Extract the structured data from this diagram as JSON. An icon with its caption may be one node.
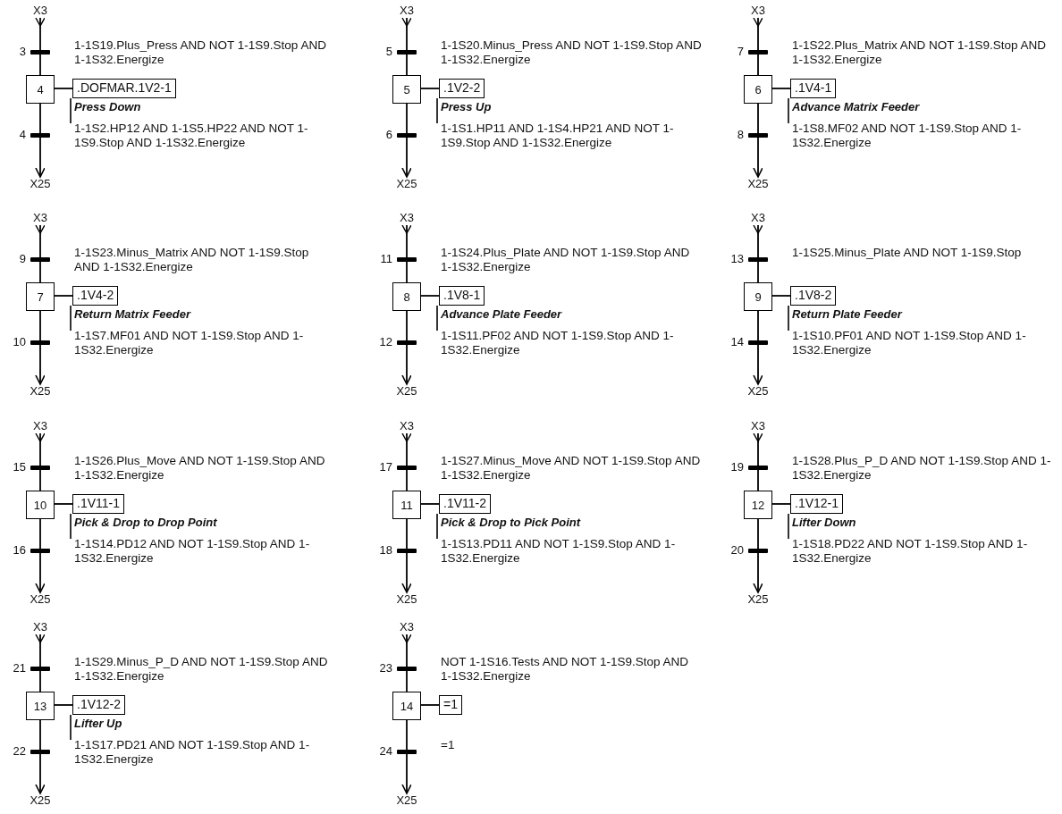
{
  "diagram": {
    "nodes": [
      {
        "text": [
          "X3"
        ]
      },
      {
        "text": [],
        "shape": "bar",
        "beside": [
          "3"
        ]
      },
      {
        "text": [
          "4"
        ]
      },
      {
        "text": [
          ".DOFMAR.1V2-1"
        ],
        "beside": [
          "Press Down"
        ]
      },
      {
        "text": [],
        "shape": "bar",
        "beside": [
          "4"
        ]
      },
      {
        "text": [
          "X25"
        ]
      },
      {
        "text": [
          "X3"
        ]
      },
      {
        "text": [],
        "shape": "bar",
        "beside": [
          "5"
        ]
      },
      {
        "text": [
          "5"
        ]
      },
      {
        "text": [
          ".1V2-2"
        ],
        "beside": [
          "Press Up"
        ]
      },
      {
        "text": [],
        "shape": "bar",
        "beside": [
          "6"
        ]
      },
      {
        "text": [
          "X25"
        ]
      },
      {
        "text": [
          "X3"
        ]
      },
      {
        "text": [],
        "shape": "bar",
        "beside": [
          "7"
        ]
      },
      {
        "text": [
          "6"
        ]
      },
      {
        "text": [
          ".1V4-1"
        ],
        "beside": [
          "Advance Matrix Feeder"
        ]
      },
      {
        "text": [],
        "shape": "bar",
        "beside": [
          "8"
        ]
      },
      {
        "text": [
          "X25"
        ]
      },
      {
        "text": [
          "X3"
        ]
      },
      {
        "text": [],
        "shape": "bar",
        "beside": [
          "9"
        ]
      },
      {
        "text": [
          "7"
        ]
      },
      {
        "text": [
          ".1V4-2"
        ],
        "beside": [
          "Return Matrix Feeder"
        ]
      },
      {
        "text": [],
        "shape": "bar",
        "beside": [
          "10"
        ]
      },
      {
        "text": [
          "X25"
        ]
      },
      {
        "text": [
          "X3"
        ]
      },
      {
        "text": [],
        "shape": "bar",
        "beside": [
          "11"
        ]
      },
      {
        "text": [
          "8"
        ]
      },
      {
        "text": [
          ".1V8-1"
        ],
        "beside": [
          "Advance Plate Feeder"
        ]
      },
      {
        "text": [],
        "shape": "bar",
        "beside": [
          "12"
        ]
      },
      {
        "text": [
          "X25"
        ]
      },
      {
        "text": [
          "X3"
        ]
      },
      {
        "text": [],
        "shape": "bar",
        "beside": [
          "13"
        ]
      },
      {
        "text": [
          "9"
        ]
      },
      {
        "text": [
          ".1V8-2"
        ],
        "beside": [
          "Return Plate Feeder"
        ]
      },
      {
        "text": [],
        "shape": "bar",
        "beside": [
          "14"
        ]
      },
      {
        "text": [
          "X25"
        ]
      },
      {
        "text": [
          "X3"
        ]
      },
      {
        "text": [],
        "shape": "bar",
        "beside": [
          "15"
        ]
      },
      {
        "text": [
          "10"
        ]
      },
      {
        "text": [
          ".1V11-1"
        ],
        "beside": [
          "Pick & Drop to Drop Point"
        ]
      },
      {
        "text": [],
        "shape": "bar",
        "beside": [
          "16"
        ]
      },
      {
        "text": [
          "X25"
        ]
      },
      {
        "text": [
          "X3"
        ]
      },
      {
        "text": [],
        "shape": "bar",
        "beside": [
          "17"
        ]
      },
      {
        "text": [
          "11"
        ]
      },
      {
        "text": [
          ".1V11-2"
        ],
        "beside": [
          "Pick & Drop to Pick Point"
        ]
      },
      {
        "text": [],
        "shape": "bar",
        "beside": [
          "18"
        ]
      },
      {
        "text": [
          "X25"
        ]
      },
      {
        "text": [
          "X3"
        ]
      },
      {
        "text": [],
        "shape": "bar",
        "beside": [
          "19"
        ]
      },
      {
        "text": [
          "12"
        ]
      },
      {
        "text": [
          ".1V12-1"
        ],
        "beside": [
          "Lifter Down"
        ]
      },
      {
        "text": [],
        "shape": "bar",
        "beside": [
          "20"
        ]
      },
      {
        "text": [
          "X25"
        ]
      },
      {
        "text": [
          "X3"
        ]
      },
      {
        "text": [],
        "shape": "bar",
        "beside": [
          "21"
        ]
      },
      {
        "text": [
          "13"
        ]
      },
      {
        "text": [
          ".1V12-2"
        ],
        "beside": [
          "Lifter Up"
        ]
      },
      {
        "text": [],
        "shape": "bar",
        "beside": [
          "22"
        ]
      },
      {
        "text": [
          "X25"
        ]
      },
      {
        "text": [
          "X3"
        ]
      },
      {
        "text": [],
        "shape": "bar",
        "beside": [
          "23"
        ]
      },
      {
        "text": [
          "14"
        ]
      },
      {
        "text": [
          "=1"
        ]
      },
      {
        "text": [],
        "shape": "bar",
        "beside": [
          "24"
        ]
      },
      {
        "text": [
          "X25"
        ]
      }
    ],
    "edges": [
      {
        "from": 0,
        "to": 1,
        "arrow": "other"
      },
      {
        "from": 1,
        "to": 2,
        "arrow": "none"
      },
      {
        "from": 2,
        "to": 3,
        "arrow": "none"
      },
      {
        "from": 2,
        "to": 4,
        "arrow": "none"
      },
      {
        "from": 4,
        "to": 5,
        "arrow": "to"
      },
      {
        "from": 6,
        "to": 7,
        "arrow": "other"
      },
      {
        "from": 7,
        "to": 8,
        "arrow": "none"
      },
      {
        "from": 8,
        "to": 9,
        "arrow": "none"
      },
      {
        "from": 8,
        "to": 10,
        "arrow": "none"
      },
      {
        "from": 10,
        "to": 11,
        "arrow": "to"
      },
      {
        "from": 12,
        "to": 13,
        "arrow": "other"
      },
      {
        "from": 13,
        "to": 14,
        "arrow": "none"
      },
      {
        "from": 14,
        "to": 15,
        "arrow": "none"
      },
      {
        "from": 14,
        "to": 16,
        "arrow": "none"
      },
      {
        "from": 16,
        "to": 17,
        "arrow": "to"
      },
      {
        "from": 18,
        "to": 19,
        "arrow": "other"
      },
      {
        "from": 19,
        "to": 20,
        "arrow": "none"
      },
      {
        "from": 20,
        "to": 21,
        "arrow": "none"
      },
      {
        "from": 20,
        "to": 22,
        "arrow": "none"
      },
      {
        "from": 22,
        "to": 23,
        "arrow": "to"
      },
      {
        "from": 24,
        "to": 25,
        "arrow": "other"
      },
      {
        "from": 25,
        "to": 26,
        "arrow": "none"
      },
      {
        "from": 26,
        "to": 27,
        "arrow": "none"
      },
      {
        "from": 26,
        "to": 28,
        "arrow": "none"
      },
      {
        "from": 28,
        "to": 29,
        "arrow": "to"
      },
      {
        "from": 30,
        "to": 31,
        "arrow": "other"
      },
      {
        "from": 31,
        "to": 32,
        "arrow": "none"
      },
      {
        "from": 32,
        "to": 33,
        "arrow": "none"
      },
      {
        "from": 32,
        "to": 34,
        "arrow": "none"
      },
      {
        "from": 34,
        "to": 35,
        "arrow": "to"
      },
      {
        "from": 36,
        "to": 37,
        "arrow": "other"
      },
      {
        "from": 37,
        "to": 38,
        "arrow": "none"
      },
      {
        "from": 38,
        "to": 39,
        "arrow": "none"
      },
      {
        "from": 38,
        "to": 40,
        "arrow": "none"
      },
      {
        "from": 40,
        "to": 41,
        "arrow": "to"
      },
      {
        "from": 42,
        "to": 43,
        "arrow": "other"
      },
      {
        "from": 43,
        "to": 44,
        "arrow": "none"
      },
      {
        "from": 44,
        "to": 45,
        "arrow": "none"
      },
      {
        "from": 44,
        "to": 46,
        "arrow": "none"
      },
      {
        "from": 46,
        "to": 47,
        "arrow": "to"
      },
      {
        "from": 48,
        "to": 49,
        "arrow": "other"
      },
      {
        "from": 49,
        "to": 50,
        "arrow": "none"
      },
      {
        "from": 50,
        "to": 51,
        "arrow": "none"
      },
      {
        "from": 50,
        "to": 52,
        "arrow": "none"
      },
      {
        "from": 52,
        "to": 53,
        "arrow": "to"
      },
      {
        "from": 54,
        "to": 55,
        "arrow": "other"
      },
      {
        "from": 55,
        "to": 56,
        "arrow": "none"
      },
      {
        "from": 56,
        "to": 57,
        "arrow": "none"
      },
      {
        "from": 56,
        "to": 58,
        "arrow": "none"
      },
      {
        "from": 58,
        "to": 59,
        "arrow": "to"
      },
      {
        "from": 60,
        "to": 61,
        "arrow": "other"
      },
      {
        "from": 61,
        "to": 62,
        "arrow": "none"
      },
      {
        "from": 62,
        "to": 63,
        "arrow": "none"
      },
      {
        "from": 62,
        "to": 64,
        "arrow": "none"
      },
      {
        "from": 64,
        "to": 65,
        "arrow": "to"
      }
    ],
    "labels": [
      "1-1S19.Plus_Press AND NOT 1-1S9.Stop AND 1-1S32.Energize",
      "1-1S2.HP12 AND 1-1S5.HP22 AND NOT 1-1S9.Stop AND 1-1S32.Energize",
      "1-1S20.Minus_Press AND NOT 1-1S9.Stop AND 1-1S32.Energize",
      "1-1S1.HP11 AND 1-1S4.HP21 AND NOT 1-1S9.Stop AND 1-1S32.Energize",
      "1-1S22.Plus_Matrix AND NOT 1-1S9.Stop AND 1-1S32.Energize",
      "1-1S8.MF02 AND NOT 1-1S9.Stop AND 1-1S32.Energize",
      "1-1S23.Minus_Matrix AND NOT 1-1S9.Stop AND 1-1S32.Energize",
      "1-1S7.MF01 AND NOT 1-1S9.Stop AND 1-1S32.Energize",
      "1-1S24.Plus_Plate AND NOT 1-1S9.Stop AND 1-1S32.Energize",
      "1-1S11.PF02 AND NOT 1-1S9.Stop AND 1-1S32.Energize",
      "1-1S25.Minus_Plate AND NOT 1-1S9.Stop",
      "1-1S10.PF01 AND NOT 1-1S9.Stop AND 1-1S32.Energize",
      "1-1S26.Plus_Move AND NOT 1-1S9.Stop AND 1-1S32.Energize",
      "1-1S14.PD12 AND NOT 1-1S9.Stop AND 1-1S32.Energize",
      "1-1S27.Minus_Move AND NOT 1-1S9.Stop AND 1-1S32.Energize",
      "1-1S13.PD11 AND NOT 1-1S9.Stop AND 1-1S32.Energize",
      "1-1S28.Plus_P_D AND NOT 1-1S9.Stop AND 1-1S32.Energize",
      "1-1S18.PD22 AND NOT 1-1S9.Stop AND 1-1S32.Energize",
      "1-1S29.Minus_P_D AND NOT 1-1S9.Stop AND 1-1S32.Energize",
      "1-1S17.PD21 AND NOT 1-1S9.Stop AND 1-1S32.Energize",
      "NOT 1-1S16.Tests AND NOT 1-1S9.Stop AND 1-1S32.Energize",
      "=1"
    ]
  }
}
